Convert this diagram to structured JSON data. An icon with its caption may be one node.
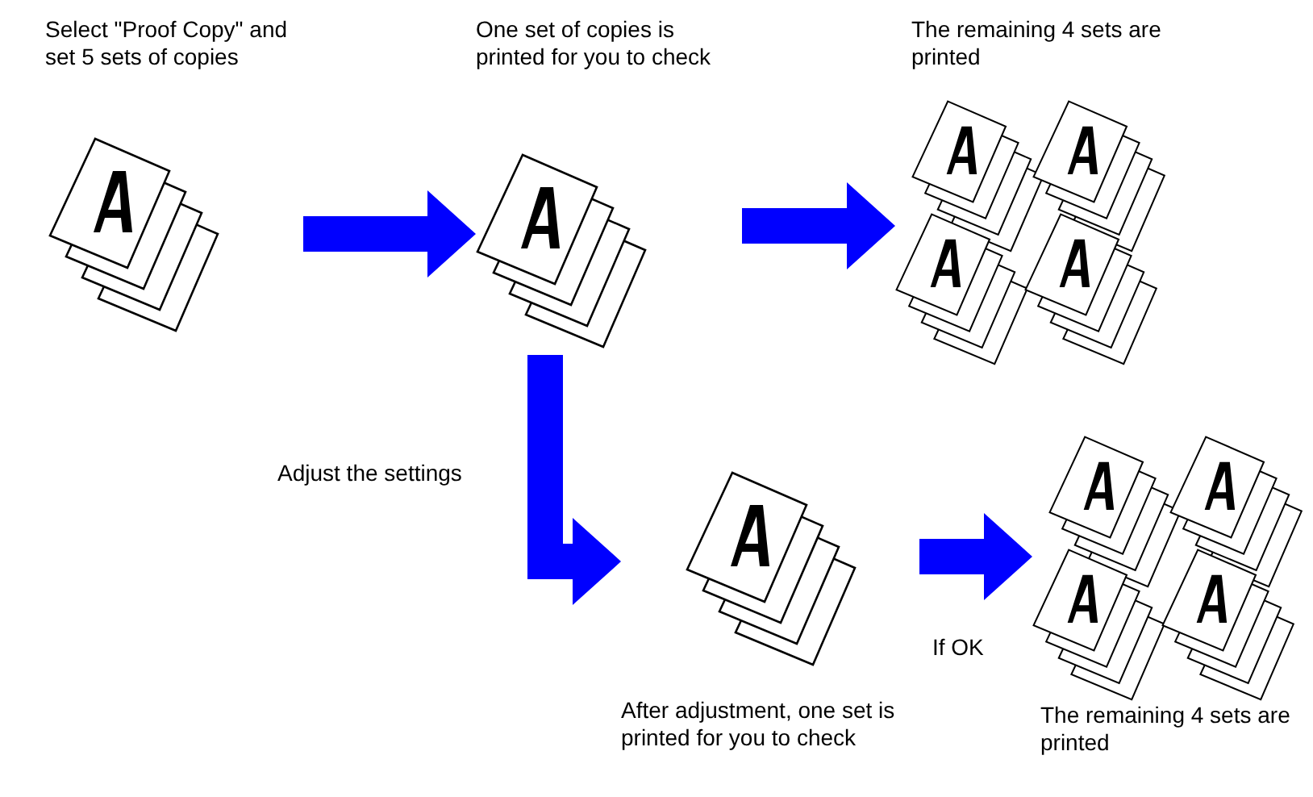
{
  "diagram": {
    "nodes": [
      {
        "text": [
          "Select \"Proof Copy\" and set 5 sets of copies"
        ]
      },
      {
        "text": [
          "One set of copies is printed for you to check"
        ]
      },
      {
        "text": [
          "The remaining 4 sets are printed"
        ]
      },
      {
        "text": [
          "After adjustment, one set is printed for you to check"
        ]
      },
      {
        "text": [
          "The remaining 4 sets are printed"
        ]
      }
    ],
    "edges": [
      {
        "from": 0,
        "to": 1,
        "arrow": "to"
      },
      {
        "from": 1,
        "to": 2,
        "arrow": "to"
      },
      {
        "from": 1,
        "to": 3,
        "arrow": "to",
        "label": "Adjust the settings"
      },
      {
        "from": 3,
        "to": 4,
        "arrow": "to",
        "label": "If OK"
      }
    ]
  }
}
